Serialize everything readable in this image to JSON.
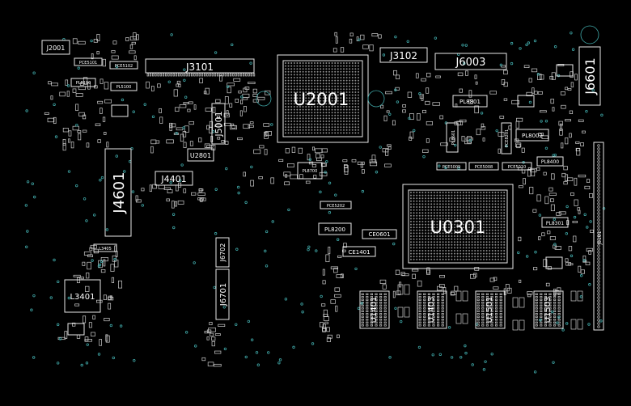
{
  "colors": {
    "background": "#000000",
    "outline": "#e8e8e8",
    "via": "#3fa6a6",
    "ball": "#8c8c8c"
  },
  "components": {
    "U2001": "U2001",
    "U0301": "U0301",
    "J3101": "J3101",
    "J3102": "J3102",
    "J6003": "J6003",
    "J6601": "J6601",
    "J4601": "J4601",
    "J5001": "J5001",
    "J4401": "J4401",
    "U2801": "U2801",
    "J2001": "J2001",
    "L3401": "L3401",
    "J6702": "J6702",
    "J6701": "J6701",
    "J5101": "J5101",
    "U1401": "U1401",
    "U1403": "U1403",
    "U1501": "U1501",
    "U1503": "U1503",
    "PL8801": "PL8801",
    "PL8002": "PL8002",
    "PL8400": "PL8400",
    "PL8301": "PL8301",
    "PL8200": "PL8200",
    "CE0601": "CE0601",
    "CE1401": "CE1401",
    "PCE5202": "PCE5202",
    "PCE5009": "PCE5009",
    "PCE5008": "PCE5008",
    "PCE5010": "PCE5010",
    "PL8100": "PL8100",
    "PL5100": "PL5100",
    "PCE5101": "PCE5101",
    "PCE5102": "PCE5102",
    "PL8700": "PL8700",
    "PL8601": "PL8601",
    "PCE8201": "PCE8201",
    "L3405": "L3405"
  }
}
